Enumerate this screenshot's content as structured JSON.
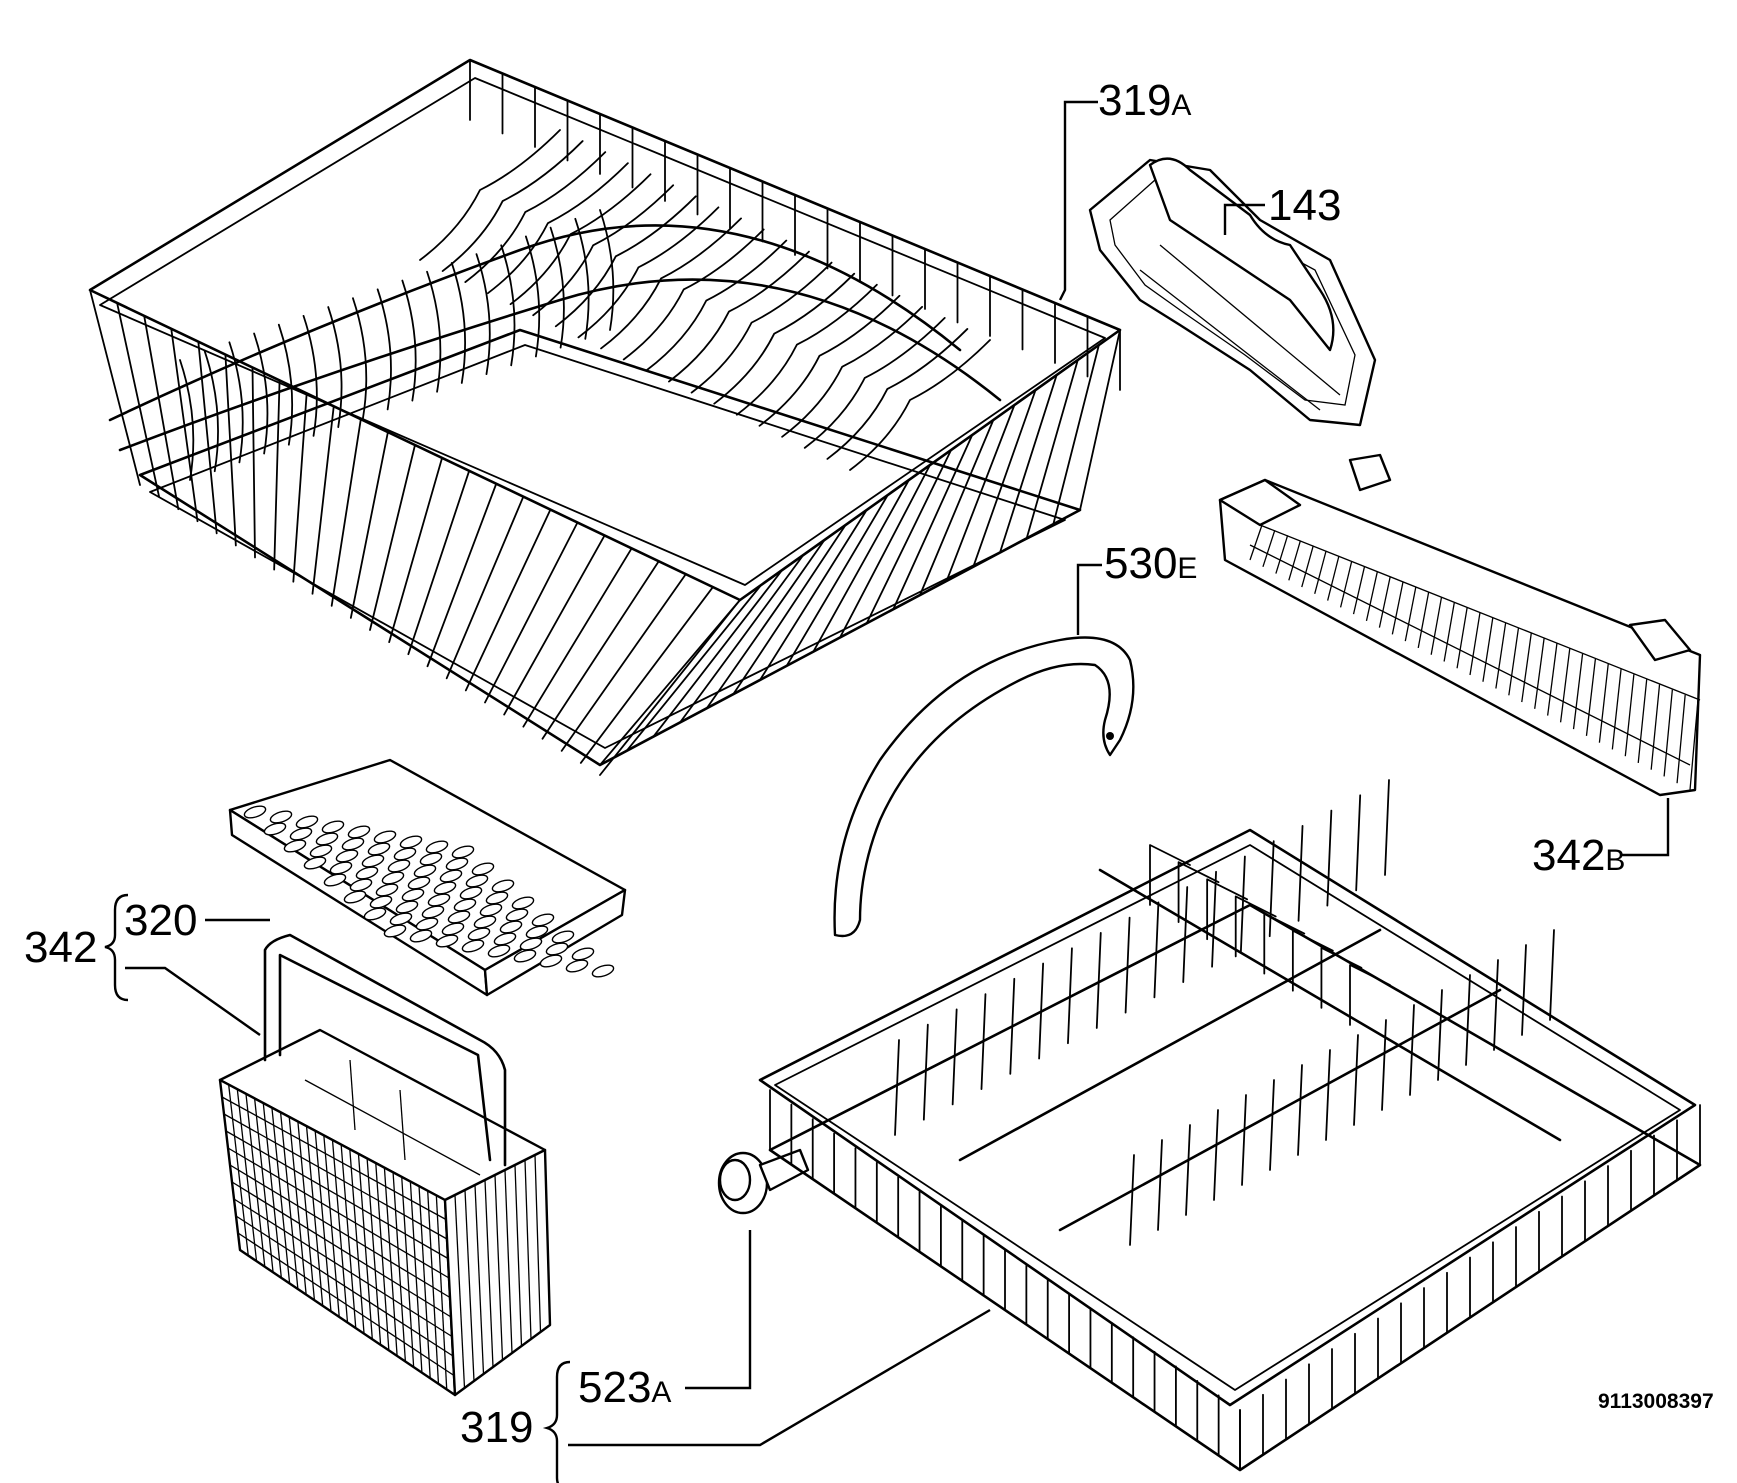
{
  "callouts": {
    "c319a": {
      "number": "319",
      "suffix": "A"
    },
    "c143": {
      "number": "143",
      "suffix": ""
    },
    "c530e": {
      "number": "530",
      "suffix": "E"
    },
    "c342b": {
      "number": "342",
      "suffix": "B"
    },
    "c342": {
      "number": "342",
      "suffix": ""
    },
    "c320": {
      "number": "320",
      "suffix": ""
    },
    "c523a": {
      "number": "523",
      "suffix": "A"
    },
    "c319": {
      "number": "319",
      "suffix": ""
    }
  },
  "drawing_code": "9113008397",
  "colors": {
    "ink": "#000000",
    "paper": "#ffffff"
  }
}
